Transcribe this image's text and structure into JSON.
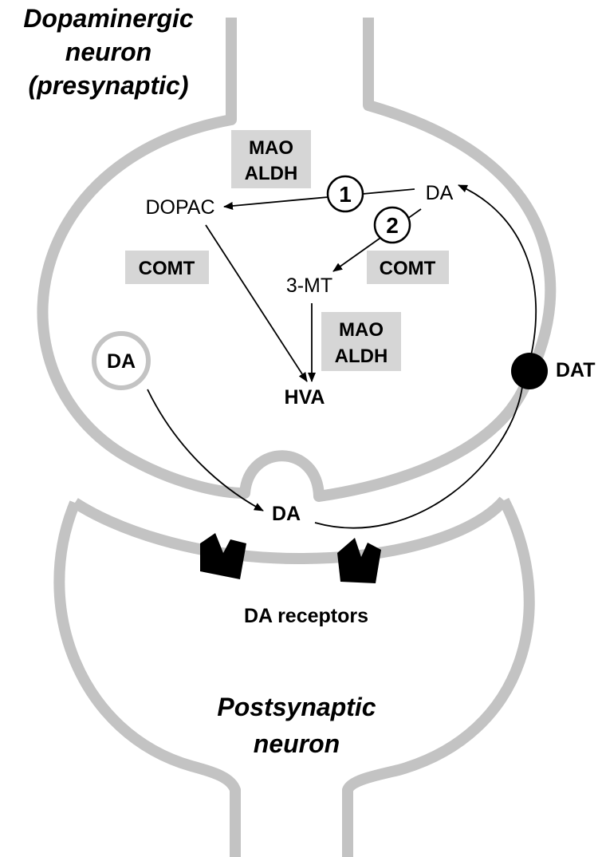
{
  "presynaptic_title": [
    "Dopaminergic",
    "neuron",
    "(presynaptic)"
  ],
  "postsynaptic_title": [
    "Postsynaptic",
    "neuron"
  ],
  "metabolites": {
    "da_cytosol": "DA",
    "dopac": "DOPAC",
    "three_mt": "3-MT",
    "hva": "HVA",
    "da_vesicle": "DA",
    "da_synaptic": "DA"
  },
  "enzymes": {
    "mao_aldh_top": [
      "MAO",
      "ALDH"
    ],
    "comt_left": "COMT",
    "comt_right": "COMT",
    "mao_aldh_mid": [
      "MAO",
      "ALDH"
    ]
  },
  "steps": {
    "step1": "1",
    "step2": "2"
  },
  "transporter": "DAT",
  "receptors_label": "DA receptors",
  "colors": {
    "membrane": "#c3c3c3",
    "enzyme_box": "#d6d6d6",
    "ink": "#000000"
  }
}
